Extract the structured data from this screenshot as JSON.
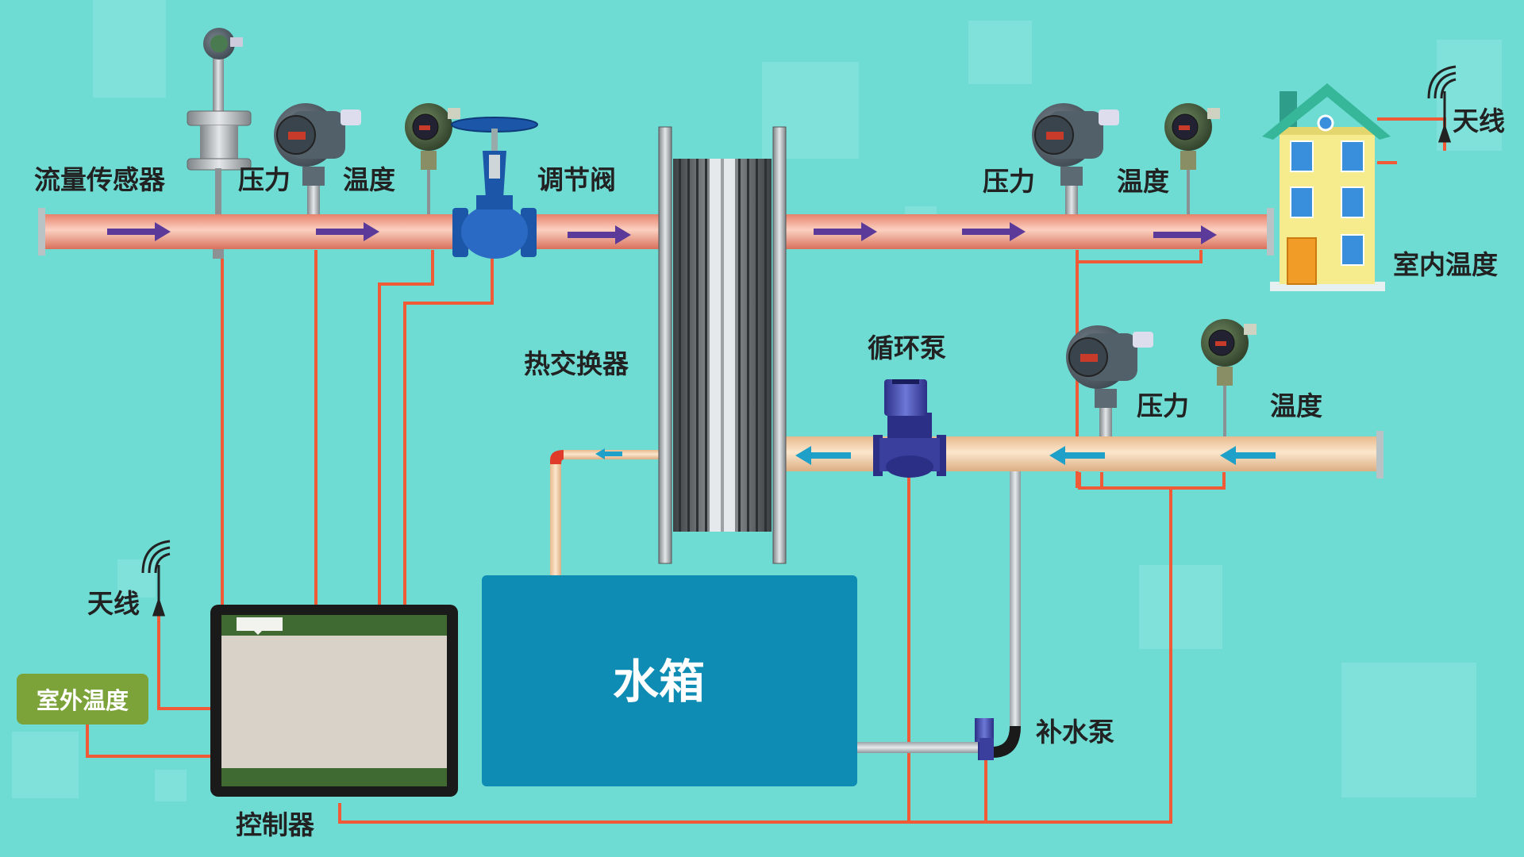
{
  "labels": {
    "flow_sensor": "流量传感器",
    "pressure_1": "压力",
    "temperature_1": "温度",
    "control_valve": "调节阀",
    "pressure_2": "压力",
    "temperature_2": "温度",
    "antenna_top": "天线",
    "indoor_temp": "室内温度",
    "heat_exchanger": "热交换器",
    "circulation_pump": "循环泵",
    "pressure_3": "压力",
    "temperature_3": "温度",
    "antenna_left": "天线",
    "outdoor_temp": "室外温度",
    "water_tank": "水箱",
    "makeup_pump": "补水泵",
    "controller": "控制器"
  },
  "colors": {
    "background": "#6fdcd4",
    "hot_pipe": "#f2a08c",
    "cold_pipe": "#f2d1a8",
    "signal_wire": "#f05a36",
    "tank": "#0f8cb4",
    "flow_arrow_hot": "#5b3a9a",
    "flow_arrow_cold": "#1fa0c8",
    "controller_frame": "#1a1a1a",
    "controller_screen": "#d8d2c8",
    "controller_band": "#3f6b32",
    "outdoor_badge": "#7ca33a"
  },
  "icons": [
    "flow-sensor-icon",
    "pressure-transmitter-icon",
    "temperature-transmitter-icon",
    "control-valve-icon",
    "plate-heat-exchanger-icon",
    "vertical-pump-icon",
    "building-icon",
    "antenna-icon",
    "controller-icon",
    "water-tank-icon"
  ]
}
